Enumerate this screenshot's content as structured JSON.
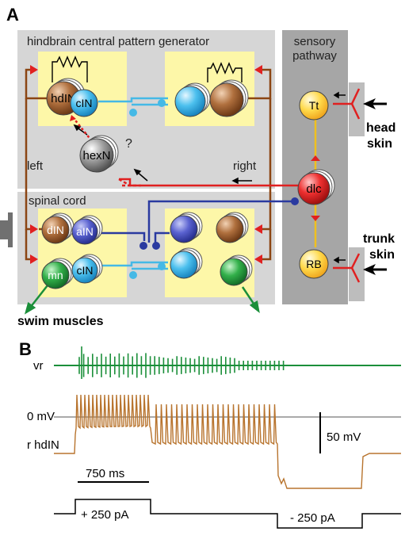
{
  "panel_a": {
    "label": "A",
    "hindbrain_title": "hindbrain central pattern generator",
    "sensory_title_line1": "sensory",
    "sensory_title_line2": "pathway",
    "spinal_title": "spinal cord",
    "side_left": "left",
    "side_right": "right",
    "question_mark": "?",
    "head_skin_line1": "head",
    "head_skin_line2": "skin",
    "trunk_skin_line1": "trunk",
    "trunk_skin_line2": "skin",
    "swim_muscles": "swim muscles",
    "neurons": {
      "hdIN": "hdIN",
      "cIN_hb": "cIN",
      "hexN": "hexN",
      "Tt": "Tt",
      "dlc": "dlc",
      "RB": "RB",
      "dIN": "dIN",
      "aIN": "aIN",
      "mn": "mn",
      "cIN_sc": "cIN"
    }
  },
  "panel_b": {
    "label": "B",
    "vr": "vr",
    "zero_mv": "0 mV",
    "r_hdIN": "r hdIN",
    "scale_mv": "50 mV",
    "scale_ms": "750 ms",
    "plus_current": "+ 250 pA",
    "minus_current": "- 250 pA"
  },
  "colors": {
    "panel_gray": "#d6d6d6",
    "sensory_gray": "#a6a6a6",
    "yellow_box": "#fdf7a8",
    "brown": "#8b4513",
    "cyan": "#45b9e6",
    "red": "#e02020",
    "blue": "#2a3aa0",
    "green_trace": "#1b8f3a",
    "brown_trace": "#b8742e"
  }
}
